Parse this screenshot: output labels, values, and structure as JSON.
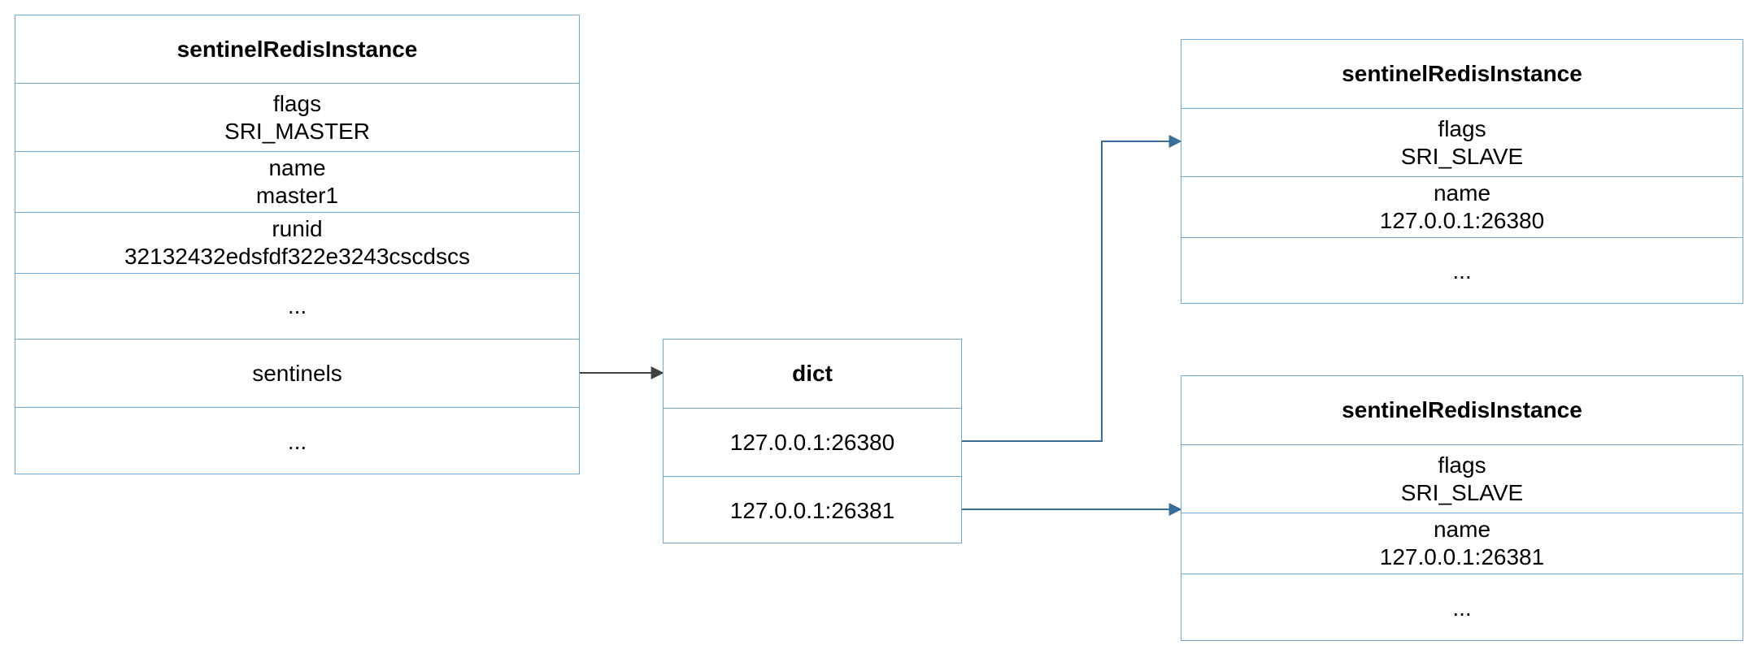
{
  "master": {
    "title": "sentinelRedisInstance",
    "rows": [
      {
        "lines": [
          "flags",
          "SRI_MASTER"
        ]
      },
      {
        "lines": [
          "name",
          "master1"
        ]
      },
      {
        "lines": [
          "runid",
          "32132432edsfdf322e3243cscdscs"
        ]
      },
      {
        "lines": [
          "..."
        ]
      },
      {
        "lines": [
          "sentinels"
        ]
      },
      {
        "lines": [
          "..."
        ]
      }
    ]
  },
  "dict": {
    "title": "dict",
    "rows": [
      {
        "lines": [
          "127.0.0.1:26380"
        ]
      },
      {
        "lines": [
          "127.0.0.1:26381"
        ]
      }
    ]
  },
  "sentinel_a": {
    "title": "sentinelRedisInstance",
    "rows": [
      {
        "lines": [
          "flags",
          "SRI_SLAVE"
        ]
      },
      {
        "lines": [
          "name",
          "127.0.0.1:26380"
        ]
      },
      {
        "lines": [
          "..."
        ]
      }
    ]
  },
  "sentinel_b": {
    "title": "sentinelRedisInstance",
    "rows": [
      {
        "lines": [
          "flags",
          "SRI_SLAVE"
        ]
      },
      {
        "lines": [
          "name",
          "127.0.0.1:26381"
        ]
      },
      {
        "lines": [
          "..."
        ]
      }
    ]
  },
  "colors": {
    "box_border": "#6fa8dc",
    "arrow_dark": "#404040",
    "arrow_blue": "#3a6e9a"
  }
}
